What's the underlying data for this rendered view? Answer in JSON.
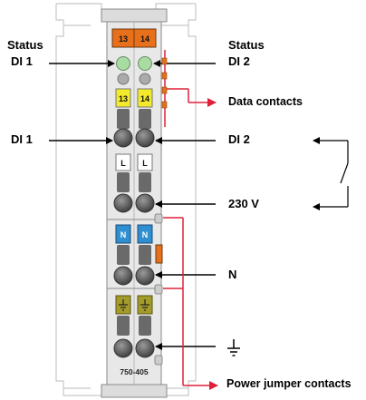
{
  "labels": {
    "status_left": "Status",
    "di1_status": "DI 1",
    "status_right": "Status",
    "di2_status": "DI 2",
    "data_contacts": "Data contacts",
    "di1_input": "DI 1",
    "di2_input": "DI 2",
    "voltage": "230 V",
    "neutral": "N",
    "power_jumper_contacts": "Power jumper contacts"
  },
  "module": {
    "top_marker_left": "13",
    "top_marker_right": "14",
    "yellow_marker_left": "13",
    "yellow_marker_right": "14",
    "white_marker_left": "L",
    "white_marker_right": "L",
    "blue_marker_left": "N",
    "blue_marker_right": "N",
    "part_number": "750-405"
  },
  "ground_symbol": "earth-ground-icon",
  "colors": {
    "housing": "#e8e8e8",
    "orange_marker": "#e8701a",
    "yellow_marker": "#f2ea2a",
    "blue_marker": "#2f8fd0",
    "ground_marker": "#a39c2a",
    "status_led": "#a8dca0",
    "red_line": "#e0203a",
    "connector_dark": "#555555"
  }
}
